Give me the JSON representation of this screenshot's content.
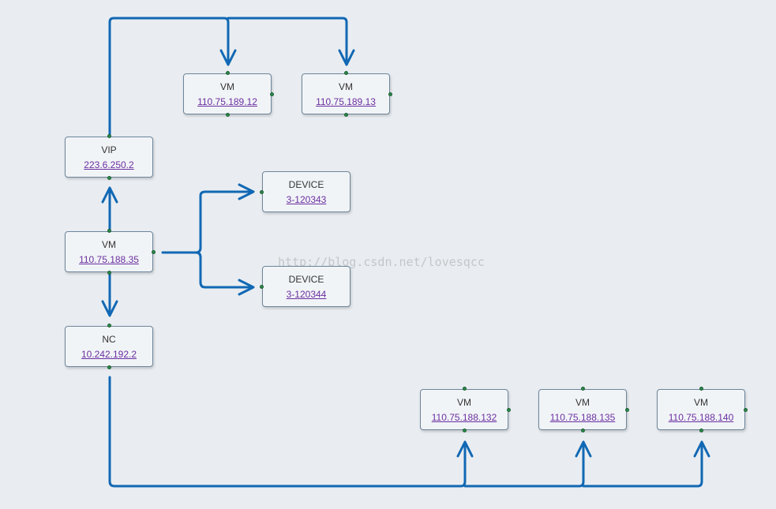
{
  "nodes": {
    "vm_189_12": {
      "type": "VM",
      "address": "110.75.189.12"
    },
    "vm_189_13": {
      "type": "VM",
      "address": "110.75.189.13"
    },
    "vip": {
      "type": "VIP",
      "address": "223.6.250.2"
    },
    "device_1": {
      "type": "DEVICE",
      "address": "3-120343"
    },
    "vm_188_35": {
      "type": "VM",
      "address": "110.75.188.35"
    },
    "device_2": {
      "type": "DEVICE",
      "address": "3-120344"
    },
    "nc": {
      "type": "NC",
      "address": "10.242.192.2"
    },
    "vm_188_132": {
      "type": "VM",
      "address": "110.75.188.132"
    },
    "vm_188_135": {
      "type": "VM",
      "address": "110.75.188.135"
    },
    "vm_188_140": {
      "type": "VM",
      "address": "110.75.188.140"
    }
  },
  "edges": [
    {
      "from": "VIP 223.6.250.2",
      "to": "VM 110.75.189.12"
    },
    {
      "from": "VIP 223.6.250.2",
      "to": "VM 110.75.189.13"
    },
    {
      "from": "VM 110.75.188.35",
      "to": "VIP 223.6.250.2"
    },
    {
      "from": "VM 110.75.188.35",
      "to": "DEVICE 3-120343"
    },
    {
      "from": "VM 110.75.188.35",
      "to": "DEVICE 3-120344"
    },
    {
      "from": "VM 110.75.188.35",
      "to": "NC 10.242.192.2"
    },
    {
      "from": "NC 10.242.192.2",
      "to": "VM 110.75.188.132"
    },
    {
      "from": "NC 10.242.192.2",
      "to": "VM 110.75.188.135"
    },
    {
      "from": "NC 10.242.192.2",
      "to": "VM 110.75.188.140"
    }
  ],
  "colors": {
    "edge": "#1168b4",
    "port": "#2a8a4a",
    "link": "#6b2fa0",
    "node_border": "#6d859b"
  },
  "watermark": "http://blog.csdn.net/lovesqcc"
}
